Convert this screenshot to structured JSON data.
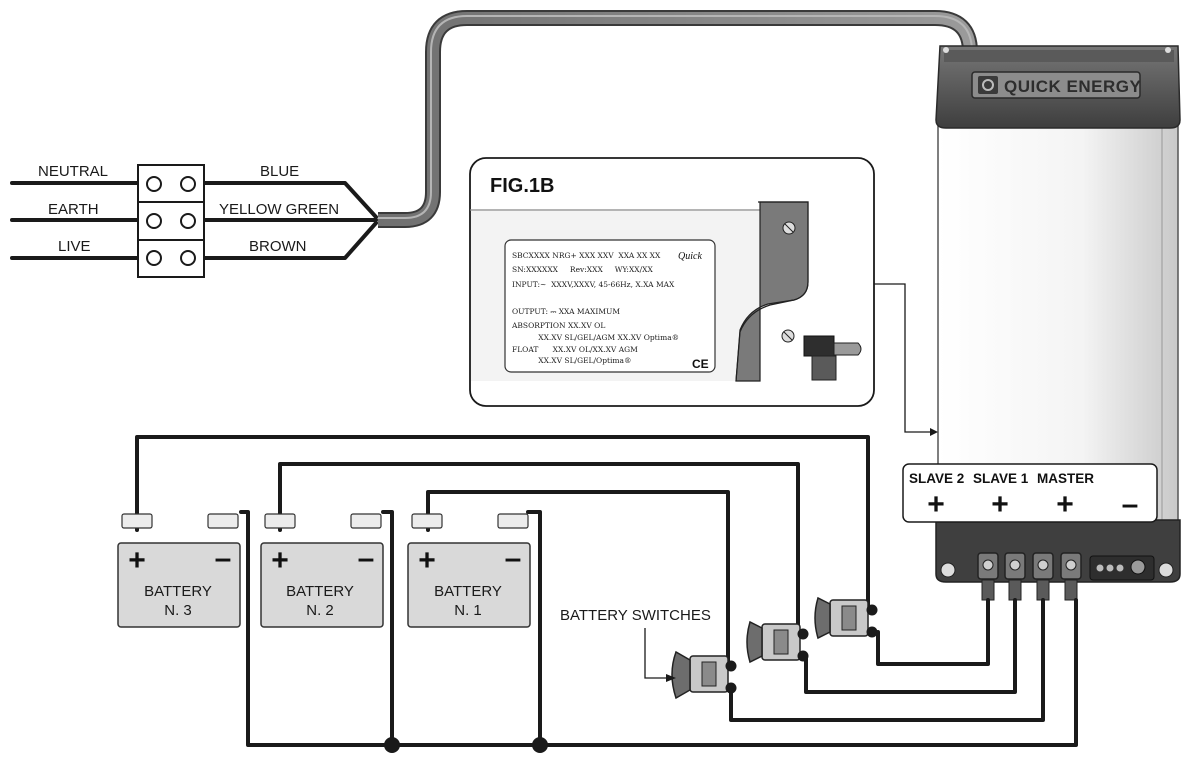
{
  "mains": {
    "left_labels": [
      "NEUTRAL",
      "EARTH",
      "LIVE"
    ],
    "right_labels": [
      "BLUE",
      "YELLOW GREEN",
      "BROWN"
    ]
  },
  "figure": {
    "title": "FIG.1B",
    "plate_lines": [
      "SBCXXXX NRG+ XXX XXV  XXA XX XX",
      "SN:XXXXXX     Rev:XXX     WY:XX/XX",
      "INPUT:~  XXXV,XXXV, 45-66Hz, X.XA MAX",
      "OUTPUT: ⎓ XXA MAXIMUM",
      "ABSORPTION XX.XV OL",
      "           XX.XV SL/GEL/AGM XX.XV Optima®",
      "FLOAT      XX.XV OL/XX.XV AGM",
      "           XX.XV SL/GEL/Optima®"
    ],
    "plate_brand": "Quick",
    "plate_mark": "CE"
  },
  "charger": {
    "brand": "QUICK ENERGY",
    "terminals": [
      "SLAVE 2",
      "SLAVE 1",
      "MASTER"
    ],
    "signs": [
      "+",
      "+",
      "+",
      "–"
    ]
  },
  "batteries": [
    {
      "line1": "BATTERY",
      "line2": "N. 3",
      "pos": "+",
      "neg": "–"
    },
    {
      "line1": "BATTERY",
      "line2": "N. 2",
      "pos": "+",
      "neg": "–"
    },
    {
      "line1": "BATTERY",
      "line2": "N. 1",
      "pos": "+",
      "neg": "–"
    }
  ],
  "switches_label": "BATTERY SWITCHES",
  "colors": {
    "wire": "#1a1a1a",
    "battery_fill": "#d9d9d9",
    "charger_dark": "#4a4a4a",
    "charger_body": "#f2f2f2",
    "cable_gray": "#8a8a8a"
  }
}
